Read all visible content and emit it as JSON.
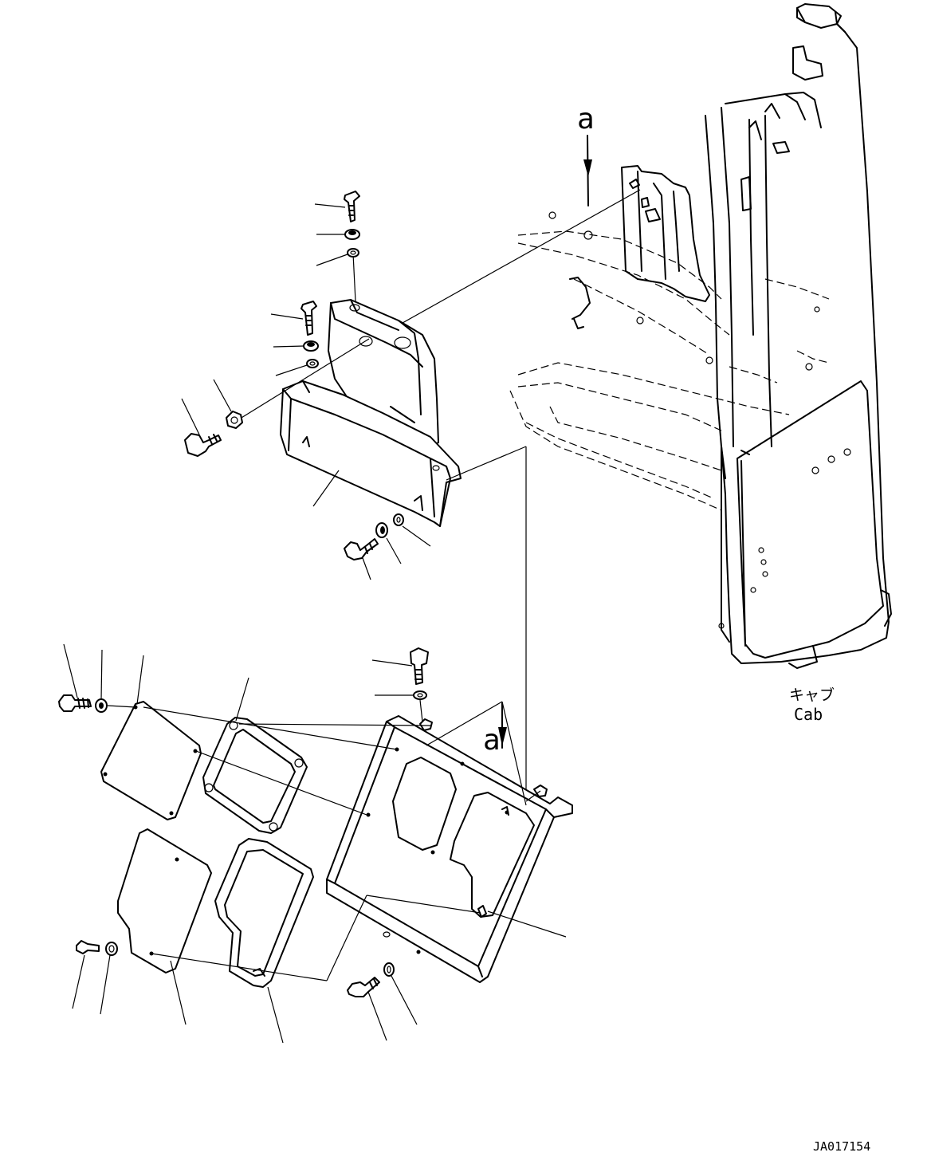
{
  "view_labels": {
    "top": "a",
    "bottom": "a"
  },
  "cab_label": {
    "japanese": "キャブ",
    "english": "Cab"
  },
  "drawing_number": "JA017154"
}
